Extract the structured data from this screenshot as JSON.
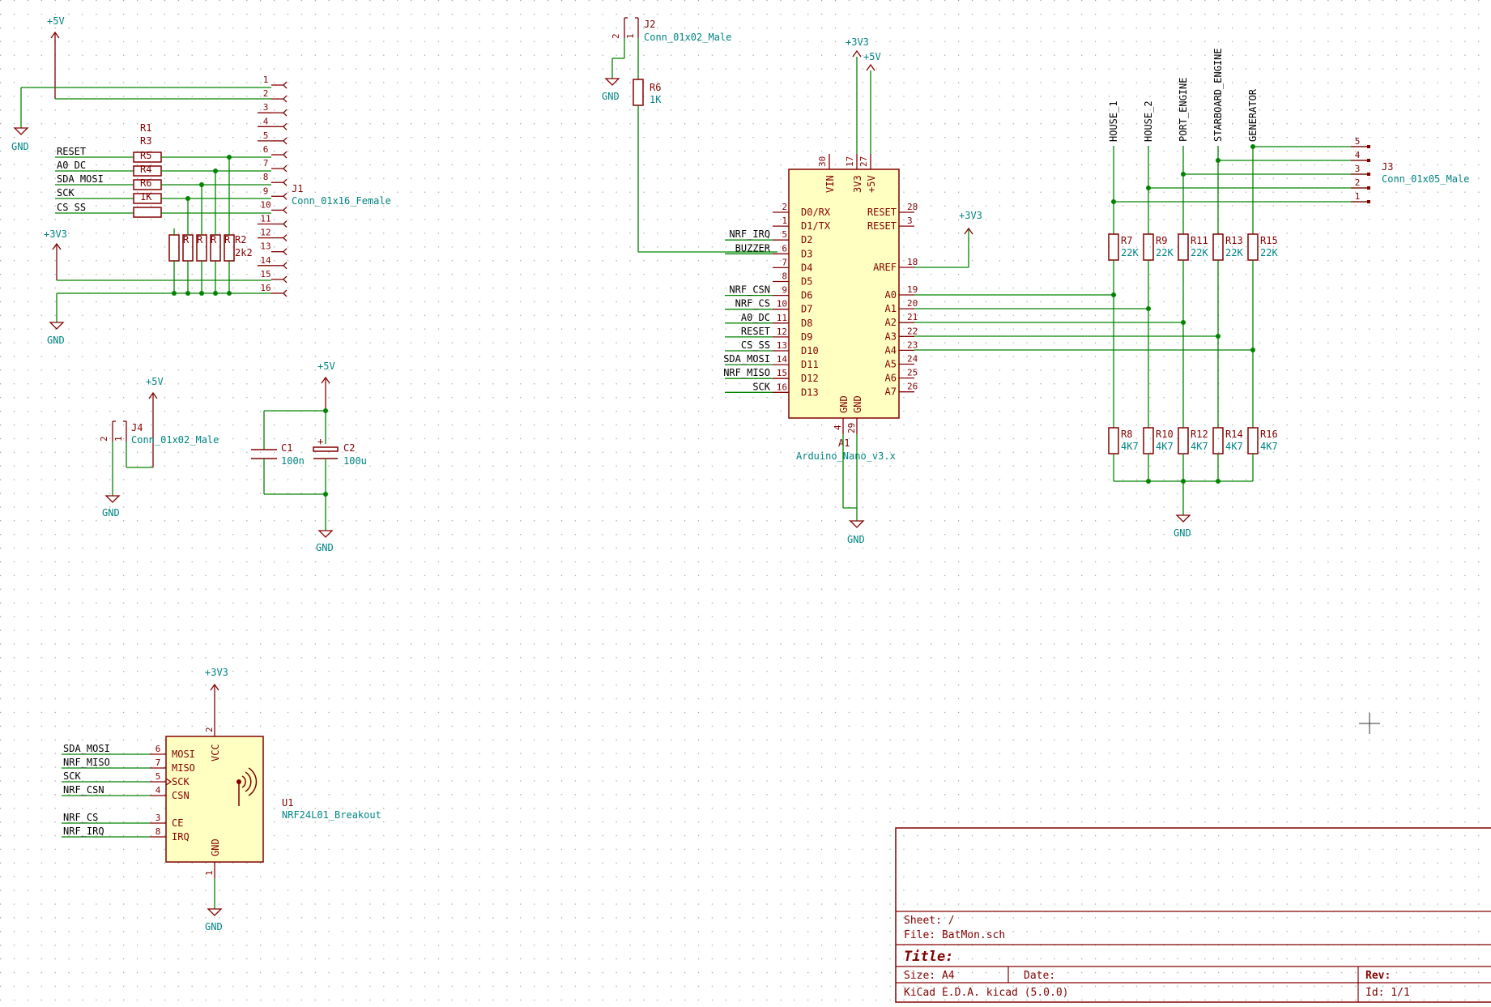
{
  "sheet": {
    "sheet_label": "Sheet: /",
    "file_label": "File: BatMon.sch",
    "title_label": "Title:",
    "size_label": "Size: A4",
    "date_label": "Date:",
    "rev_label": "Rev:",
    "tool_label": "KiCad E.D.A.  kicad (5.0.0)",
    "id_label": "Id: 1/1"
  },
  "colors": {
    "wire": "#008400",
    "part": "#840000",
    "body": "#ffffc2",
    "ref": "#008484"
  },
  "power": {
    "v5": "+5V",
    "v3": "+3V3",
    "gnd": "GND"
  },
  "j1": {
    "ref": "J1",
    "value": "Conn_01x16_Female",
    "pins": [
      "1",
      "2",
      "3",
      "4",
      "5",
      "6",
      "7",
      "8",
      "9",
      "10",
      "11",
      "12",
      "13",
      "14",
      "15",
      "16"
    ],
    "nets": [
      "RESET",
      "A0_DC",
      "SDA_MOSI",
      "SCK",
      "CS_SS"
    ],
    "series": {
      "r1": "R1",
      "stack": "R3",
      "stack2": "R2",
      "r4": "R4",
      "r5": "R5",
      "r6": "R6",
      "v1k": "1K"
    },
    "pull": [
      "R",
      "R",
      "R",
      "R",
      "R",
      "R2",
      "2k2"
    ]
  },
  "j2": {
    "ref": "J2",
    "value": "Conn_01x02_Male",
    "pins": [
      "2",
      "1"
    ]
  },
  "r6": {
    "ref": "R6",
    "value": "1K"
  },
  "j4": {
    "ref": "J4",
    "value": "Conn_01x02_Male",
    "pins": [
      "2",
      "1"
    ]
  },
  "caps": {
    "c1_ref": "C1",
    "c1_val": "100n",
    "c2_ref": "C2",
    "c2_val": "100u"
  },
  "a1": {
    "ref": "A1",
    "value": "Arduino_Nano_v3.x",
    "top": {
      "vin": "VIN",
      "v33": "3V3",
      "v5": "+5V",
      "p30": "30",
      "p17": "17",
      "p27": "27"
    },
    "left": [
      {
        "pin": "2",
        "name": "D0/RX",
        "net": ""
      },
      {
        "pin": "1",
        "name": "D1/TX",
        "net": ""
      },
      {
        "pin": "5",
        "name": "D2",
        "net": "NRF_IRQ"
      },
      {
        "pin": "6",
        "name": "D3",
        "net": "BUZZER"
      },
      {
        "pin": "7",
        "name": "D4",
        "net": ""
      },
      {
        "pin": "8",
        "name": "D5",
        "net": ""
      },
      {
        "pin": "9",
        "name": "D6",
        "net": "NRF_CSN"
      },
      {
        "pin": "10",
        "name": "D7",
        "net": "NRF_CS"
      },
      {
        "pin": "11",
        "name": "D8",
        "net": "A0_DC"
      },
      {
        "pin": "12",
        "name": "D9",
        "net": "RESET"
      },
      {
        "pin": "13",
        "name": "D10",
        "net": "CS_SS"
      },
      {
        "pin": "14",
        "name": "D11",
        "net": "SDA_MOSI"
      },
      {
        "pin": "15",
        "name": "D12",
        "net": "NRF_MISO"
      },
      {
        "pin": "16",
        "name": "D13",
        "net": "SCK"
      }
    ],
    "right": [
      {
        "pin": "28",
        "name": "RESET"
      },
      {
        "pin": "3",
        "name": "RESET"
      },
      {
        "pin": "18",
        "name": "AREF"
      },
      {
        "pin": "19",
        "name": "A0"
      },
      {
        "pin": "20",
        "name": "A1"
      },
      {
        "pin": "21",
        "name": "A2"
      },
      {
        "pin": "22",
        "name": "A3"
      },
      {
        "pin": "23",
        "name": "A4"
      },
      {
        "pin": "24",
        "name": "A5"
      },
      {
        "pin": "25",
        "name": "A6"
      },
      {
        "pin": "26",
        "name": "A7"
      }
    ],
    "bottom": {
      "gnd": "GND",
      "p4": "4",
      "p29": "29"
    }
  },
  "divider": {
    "nets": [
      "HOUSE_1",
      "HOUSE_2",
      "PORT_ENGINE",
      "STARBOARD_ENGINE",
      "GENERATOR"
    ],
    "top": [
      {
        "ref": "R7",
        "val": "22K"
      },
      {
        "ref": "R9",
        "val": "22K"
      },
      {
        "ref": "R11",
        "val": "22K"
      },
      {
        "ref": "R13",
        "val": "22K"
      },
      {
        "ref": "R15",
        "val": "22K"
      }
    ],
    "bottom": [
      {
        "ref": "R8",
        "val": "4K7"
      },
      {
        "ref": "R10",
        "val": "4K7"
      },
      {
        "ref": "R12",
        "val": "4K7"
      },
      {
        "ref": "R14",
        "val": "4K7"
      },
      {
        "ref": "R16",
        "val": "4K7"
      }
    ]
  },
  "j3": {
    "ref": "J3",
    "value": "Conn_01x05_Male",
    "pins": [
      "5",
      "4",
      "3",
      "2",
      "1"
    ]
  },
  "u1": {
    "ref": "U1",
    "value": "NRF24L01_Breakout",
    "vcc": "VCC",
    "gnd": "GND",
    "p2": "2",
    "p1": "1",
    "pins": [
      {
        "pin": "6",
        "name": "MOSI",
        "net": "SDA_MOSI"
      },
      {
        "pin": "7",
        "name": "MISO",
        "net": "NRF_MISO"
      },
      {
        "pin": "5",
        "name": "SCK",
        "net": "SCK"
      },
      {
        "pin": "4",
        "name": "CSN",
        "net": "NRF_CSN"
      },
      {
        "pin": "3",
        "name": "CE",
        "net": "NRF_CS"
      },
      {
        "pin": "8",
        "name": "IRQ",
        "net": "NRF_IRQ"
      }
    ]
  }
}
